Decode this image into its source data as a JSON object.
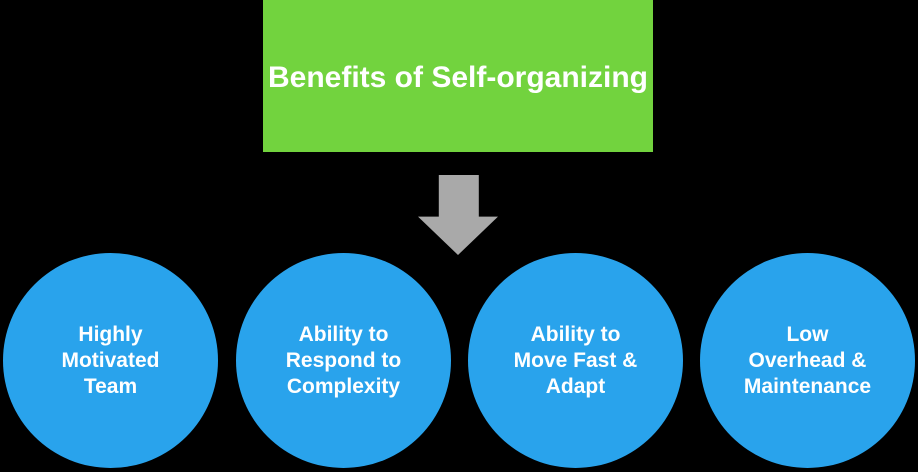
{
  "colors": {
    "background": "#000000",
    "header_green": "#72D33E",
    "circle_blue": "#29A3EC",
    "arrow_gray": "#A9A9A9",
    "text_white": "#FFFFFF"
  },
  "header": {
    "title": "Benefits of Self-organizing"
  },
  "arrow": {
    "name": "down-arrow",
    "direction": "down"
  },
  "benefits": [
    {
      "label": "Highly Motivated Team",
      "lines": [
        "Highly",
        "Motivated",
        "Team"
      ]
    },
    {
      "label": "Ability to Respond to Complexity",
      "lines": [
        "Ability to",
        "Respond to",
        "Complexity"
      ]
    },
    {
      "label": "Ability to Move Fast & Adapt",
      "lines": [
        "Ability to",
        "Move Fast &",
        "Adapt"
      ]
    },
    {
      "label": "Low Overhead & Maintenance",
      "lines": [
        "Low",
        "Overhead &",
        "Maintenance"
      ]
    }
  ]
}
